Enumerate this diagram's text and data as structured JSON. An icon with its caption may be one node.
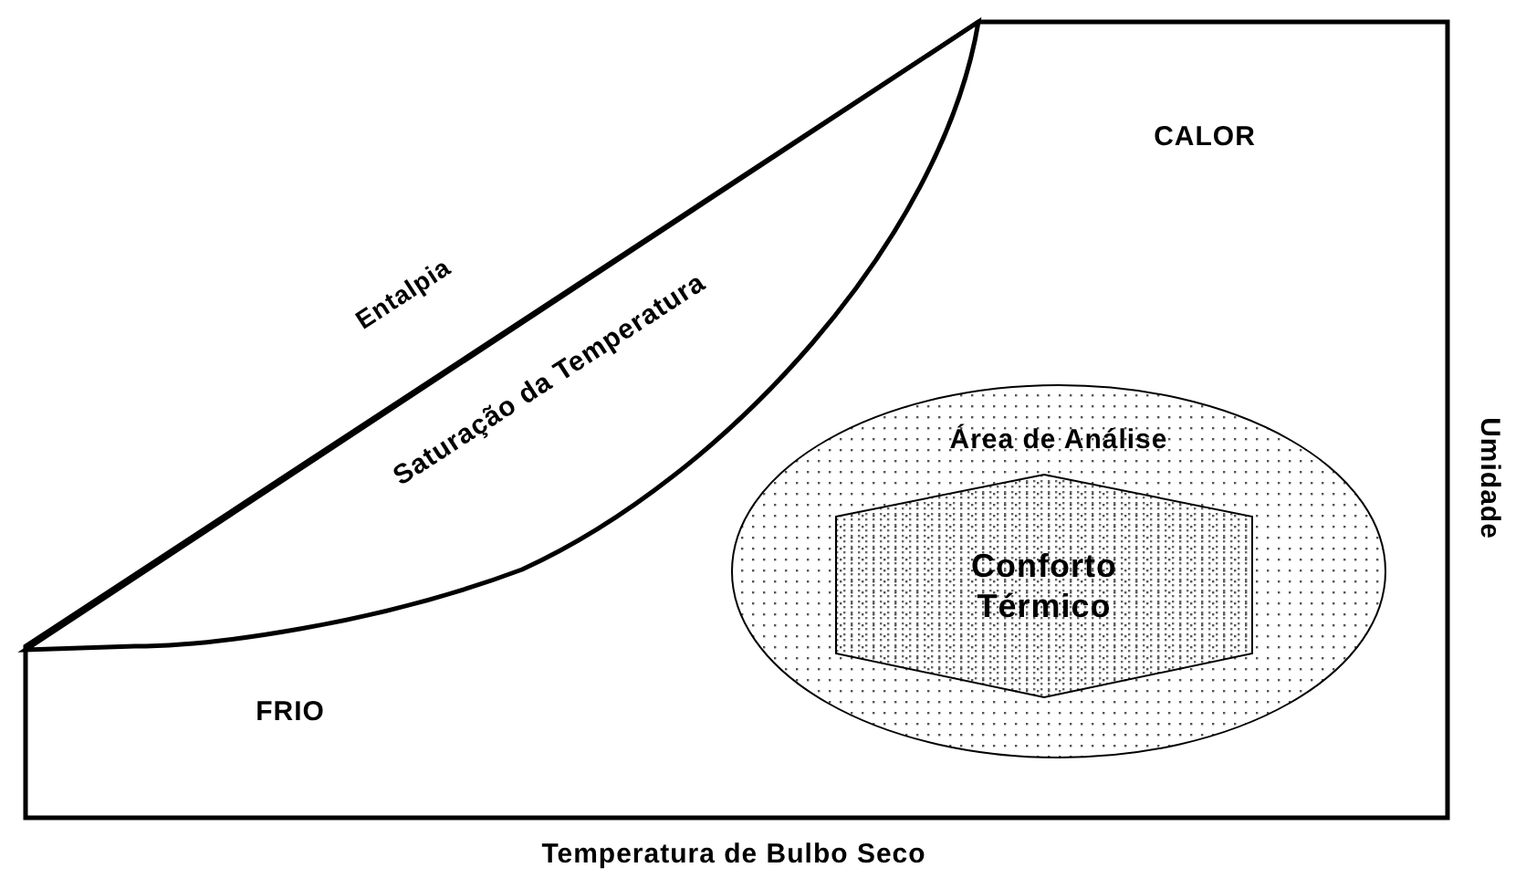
{
  "diagram": {
    "nodes": [
      {
        "text": [
          "Saturação da Temperatura"
        ]
      },
      {
        "text": [
          "Área de Análise"
        ]
      },
      {
        "text": [
          "Conforto Térmico"
        ],
        "in": 1
      }
    ],
    "labels": [
      "CALOR",
      "Entalpia",
      "Umidade",
      "FRIO",
      "Temperatura de Bulbo Seco"
    ]
  }
}
